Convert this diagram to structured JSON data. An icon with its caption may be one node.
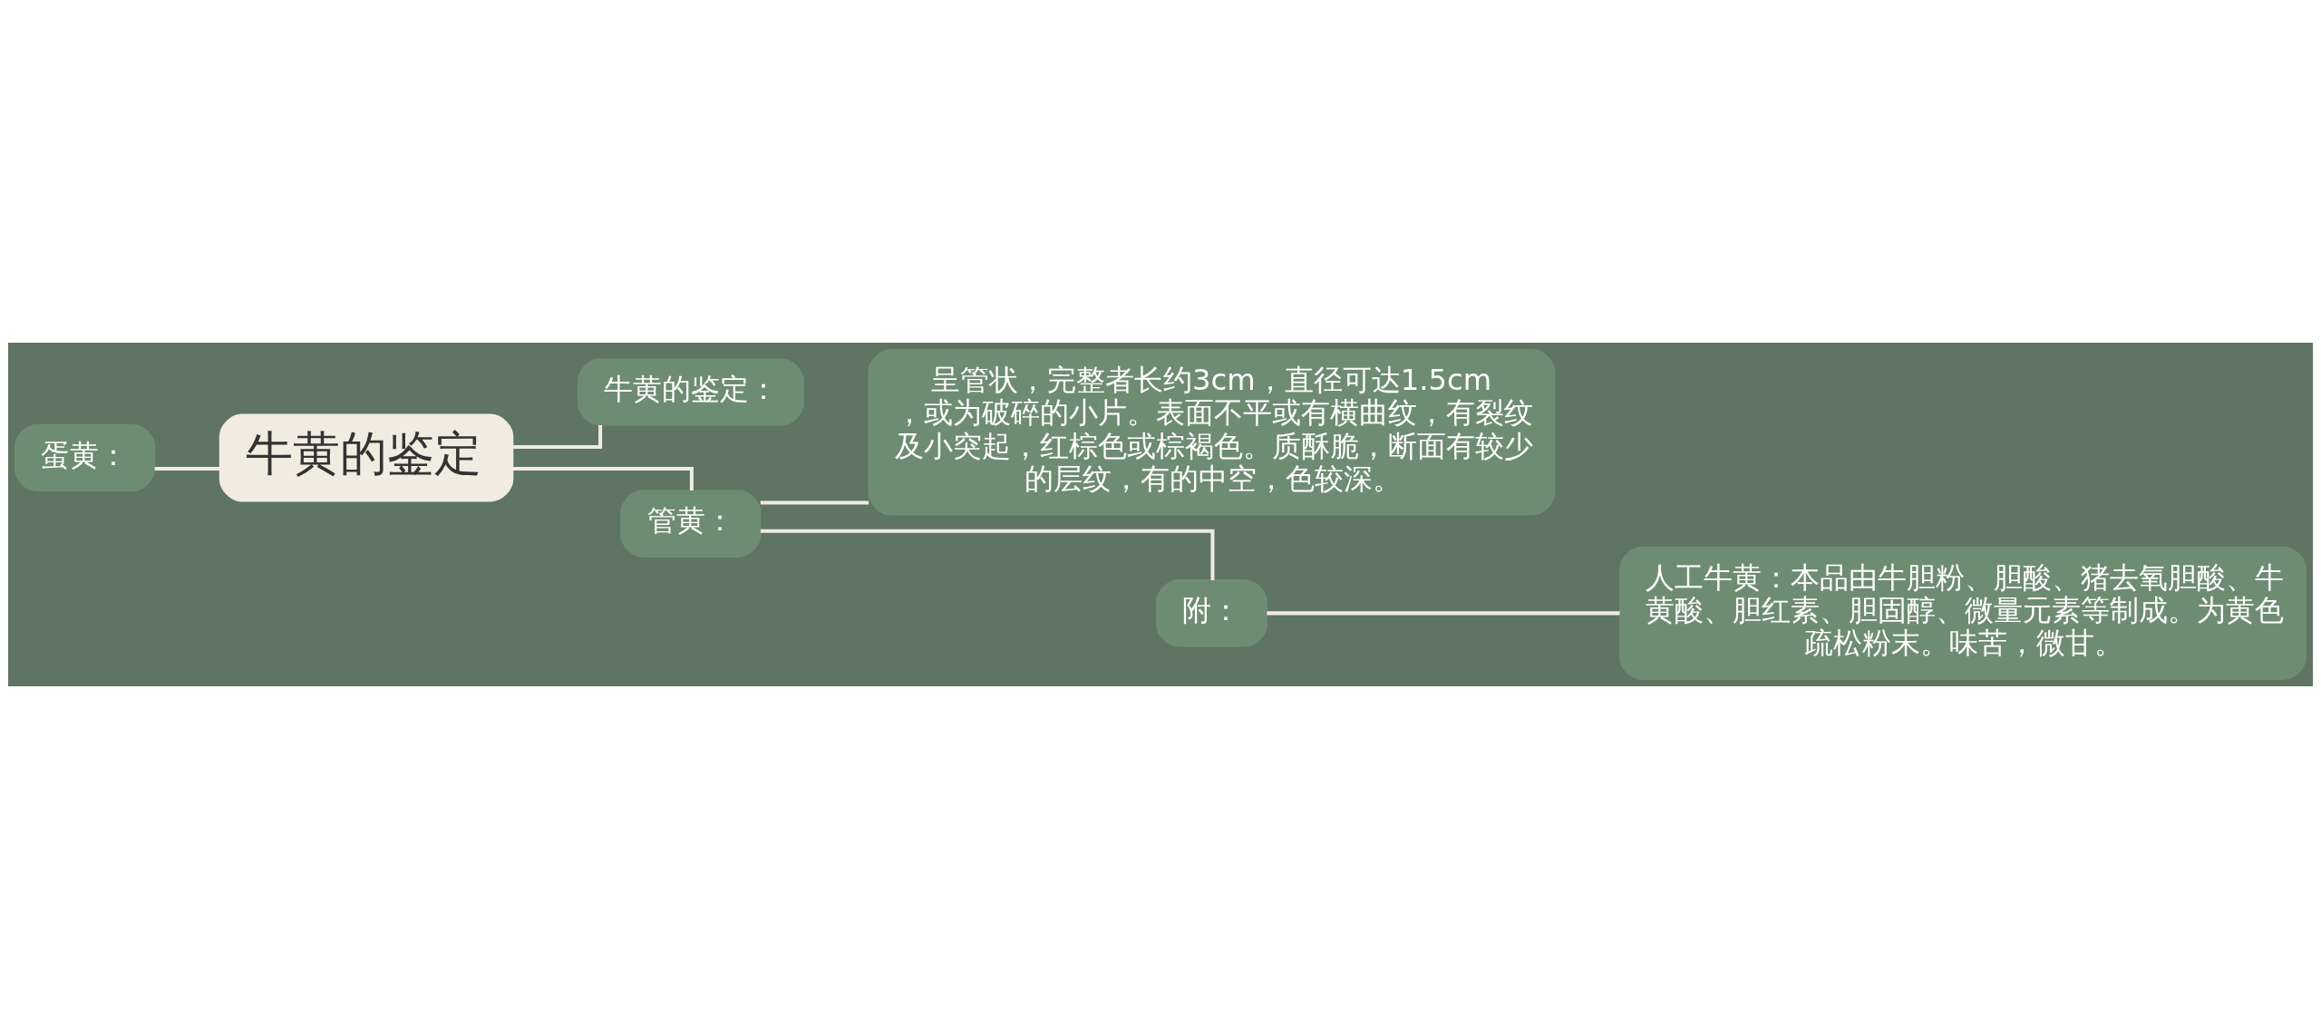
{
  "diagram": {
    "nodes": [
      {
        "text": [
          "牛黄的鉴定"
        ]
      },
      {
        "text": [
          "蛋黄："
        ]
      },
      {
        "text": [
          "牛黄的鉴定："
        ]
      },
      {
        "text": [
          "管黄："
        ]
      },
      {
        "text": [
          "呈管状，完整者长约3cm，直径可达1.5cm，或为破碎的小片。表面不平或有横曲纹，有裂纹及小突起，红棕色或棕褐色。质酥脆，断面有较少的层纹，有的中空，色较深。"
        ]
      },
      {
        "text": [
          "附："
        ]
      },
      {
        "text": [
          "人工牛黄：本品由牛胆粉、胆酸、猪去氧胆酸、牛黄酸、胆红素、胆固醇、微量元素等制成。为黄色疏松粉末。味苦，微甘。"
        ]
      }
    ],
    "edges": [
      {
        "from": 0,
        "to": 1,
        "arrow": "none"
      },
      {
        "from": 0,
        "to": 2,
        "arrow": "none"
      },
      {
        "from": 0,
        "to": 3,
        "arrow": "none"
      },
      {
        "from": 3,
        "to": 4,
        "arrow": "none"
      },
      {
        "from": 3,
        "to": 5,
        "arrow": "none"
      },
      {
        "from": 5,
        "to": 6,
        "arrow": "none"
      }
    ]
  }
}
